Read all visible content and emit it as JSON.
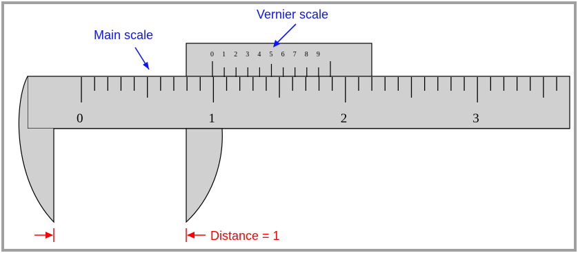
{
  "labels": {
    "main_scale": "Main scale",
    "vernier_scale": "Vernier scale",
    "distance": "Distance = 1"
  },
  "main_scale": {
    "major_labels": [
      "0",
      "1",
      "2",
      "3"
    ],
    "subdivisions_per_unit": 10
  },
  "vernier_scale": {
    "labels": [
      "0",
      "1",
      "2",
      "3",
      "4",
      "5",
      "6",
      "7",
      "8",
      "9"
    ],
    "divisions": 10
  },
  "colors": {
    "body_fill": "#d0d0d0",
    "outline": "#000000",
    "label_blue": "#0a14ff",
    "label_red": "#ff0000",
    "frame": "#a0a0a0"
  }
}
